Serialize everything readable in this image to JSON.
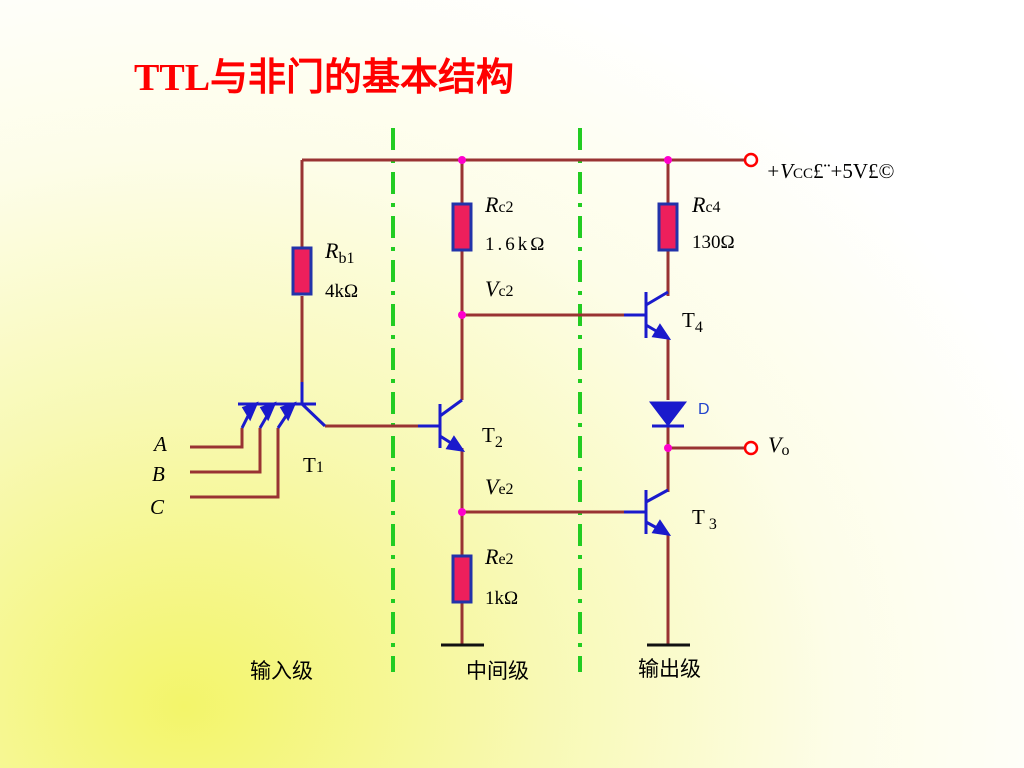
{
  "title": "TTL与非门的基本结构",
  "supply_label": "+V",
  "supply_sub": "CC",
  "supply_rest": "£¨+5V£©",
  "rb1": {
    "name": "R",
    "sub": "b1",
    "value": "4kΩ"
  },
  "rc2": {
    "name": "R",
    "sub": "c2",
    "value": "1.6kΩ"
  },
  "rc4": {
    "name": "R",
    "sub": "c4",
    "value": "130Ω"
  },
  "re2": {
    "name": "R",
    "sub": "e2",
    "value": "1kΩ"
  },
  "vc2": {
    "name": "V",
    "sub": "c2"
  },
  "ve2": {
    "name": "V",
    "sub": "e2"
  },
  "vo": {
    "name": "V",
    "sub": "o"
  },
  "t1": {
    "name": "T",
    "sub": "1"
  },
  "t2": {
    "name": "T",
    "sub": "2"
  },
  "t3": {
    "name": "T",
    "sub": "3"
  },
  "t4": {
    "name": "T",
    "sub": "4"
  },
  "diode_label": "D",
  "inputs": [
    "A",
    "B",
    "C"
  ],
  "sections": [
    "输入级",
    "中间级",
    "输出级"
  ],
  "colors": {
    "wire": "#993333",
    "resistor": "#ee1f5c",
    "resistor_border": "#2233aa",
    "transistor": "#1a1acc",
    "node": "#ff00cc",
    "divider": "#22cc22",
    "title": "#ff0000"
  }
}
